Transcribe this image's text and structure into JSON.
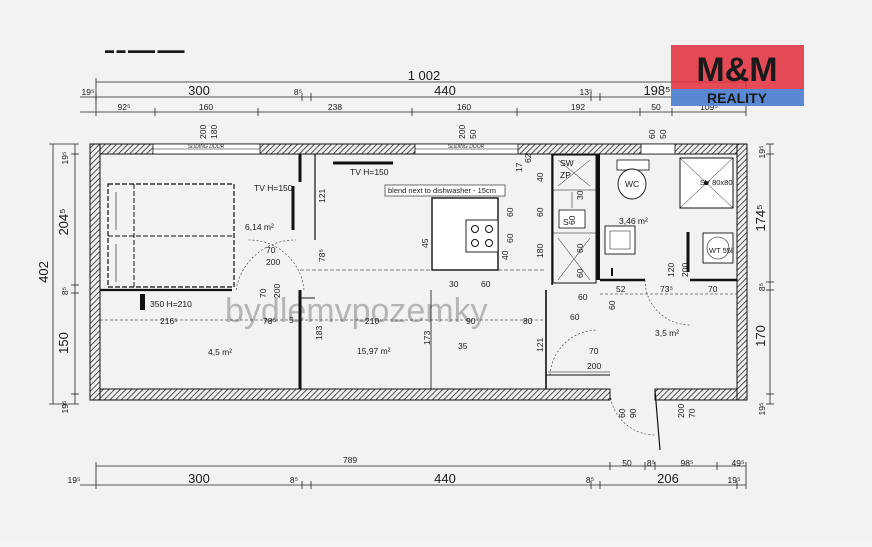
{
  "top_dims": {
    "total": "1 002",
    "row1": [
      "19⁵",
      "300",
      "8⁵",
      "440",
      "13⁵",
      "198⁵"
    ],
    "row2": [
      "92⁵",
      "160",
      "238",
      "160",
      "192",
      "50",
      "109⁵"
    ]
  },
  "bottom_dims": {
    "row1": [
      "789",
      "50",
      "8⁵",
      "98⁵",
      "49⁵"
    ],
    "row2": [
      "19⁵",
      "300",
      "8⁵",
      "440",
      "8⁵",
      "206",
      "19⁵"
    ]
  },
  "left_dims": [
    "19⁵",
    "204⁵",
    "8⁵",
    "402",
    "150",
    "19⁵"
  ],
  "right_dims": [
    "19⁵",
    "174⁵",
    "8⁵",
    "170",
    "19⁵"
  ],
  "rooms": [
    {
      "area": "6,14 m²"
    },
    {
      "area": "4,5 m²"
    },
    {
      "area": "15,97 m²"
    },
    {
      "area": "3,46 m²"
    },
    {
      "area": "3,5 m²"
    }
  ],
  "labels": {
    "sliding_door": "SLIDING DOOR",
    "tv1": "TV H=150",
    "tv2": "TV H=150",
    "blend_note": "blend next to dishwasher - 15cm",
    "wardrobe": "350 H=210",
    "wc": "WC",
    "shower": "SV 80x80",
    "washer": "WT 55l"
  },
  "inner_dims": [
    "70",
    "200",
    "70",
    "200",
    "78⁵",
    "216⁵",
    "183",
    "210",
    "173",
    "90",
    "80",
    "60",
    "121",
    "70",
    "200",
    "52",
    "73⁵",
    "70",
    "121",
    "78⁵",
    "5",
    "30",
    "60",
    "60",
    "60",
    "60",
    "180",
    "200",
    "180",
    "200",
    "50",
    "60",
    "50",
    "60",
    "90",
    "200",
    "70",
    "200",
    "120",
    "45",
    "17",
    "62",
    "40",
    "30",
    "40",
    "60",
    "60",
    "60",
    "60",
    "60",
    "35"
  ],
  "logo": {
    "line1": "M&M",
    "line2": "REALITY",
    "color": "#e32e3b"
  },
  "watermark": "bydlemvpozemky"
}
